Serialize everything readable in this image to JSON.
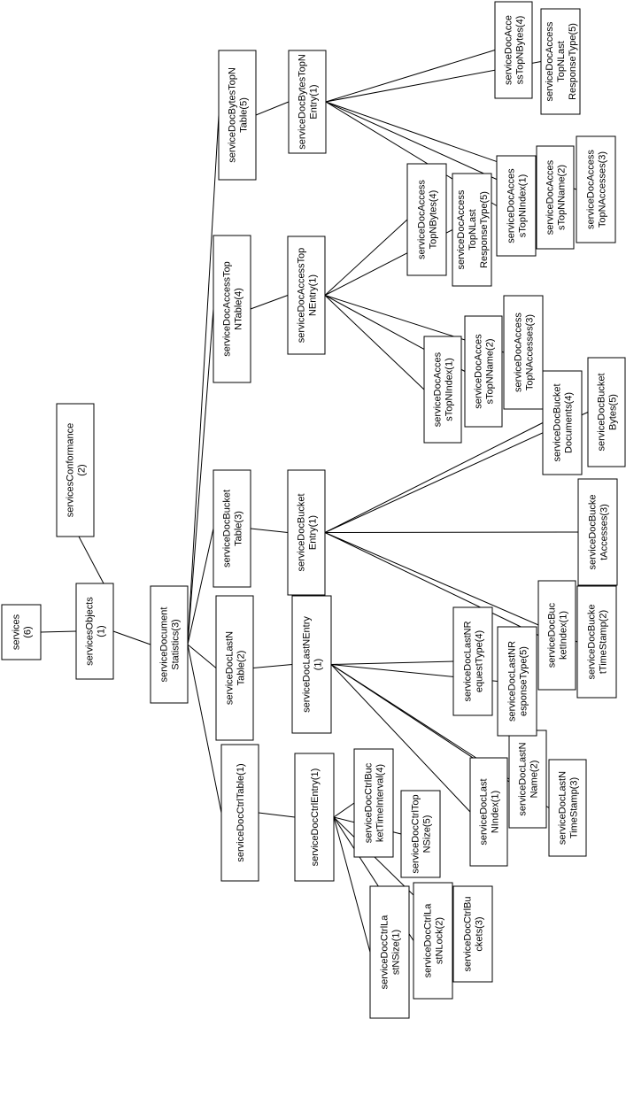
{
  "diagram": {
    "nodes": [
      {
        "id": "services",
        "lines": [
          "services",
          "(6)"
        ]
      },
      {
        "id": "services-objects",
        "lines": [
          "servicesObjects",
          "(1)"
        ]
      },
      {
        "id": "services-conformance",
        "lines": [
          "servicesConformance",
          "(2)"
        ]
      },
      {
        "id": "service-document-statistics",
        "lines": [
          "serviceDocument",
          "Statistics(3)"
        ]
      },
      {
        "id": "service-doc-ctrl-table",
        "lines": [
          "serviceDocCtrlTable(1)"
        ]
      },
      {
        "id": "service-doc-ctrl-entry",
        "lines": [
          "serviceDocCtrlEntry(1)"
        ]
      },
      {
        "id": "service-doc-ctrl-last-n-size",
        "lines": [
          "serviceDocCtrlLa",
          "stNSize(1)"
        ]
      },
      {
        "id": "service-doc-ctrl-last-n-lock",
        "lines": [
          "serviceDocCtrlLa",
          "stNLock(2)"
        ]
      },
      {
        "id": "service-doc-ctrl-buckets",
        "lines": [
          "serviceDocCtrlBu",
          "ckets(3)"
        ]
      },
      {
        "id": "service-doc-ctrl-bucket-time-interval",
        "lines": [
          "serviceDocCtrlBuc",
          "ketTimeInterval(4)"
        ]
      },
      {
        "id": "service-doc-ctrl-top-n-size",
        "lines": [
          "serviceDocCtrlTop",
          "NSize(5)"
        ]
      },
      {
        "id": "service-doc-last-n-table",
        "lines": [
          "serviceDocLastN",
          "Table(2)"
        ]
      },
      {
        "id": "service-doc-last-n-entry",
        "lines": [
          "serviceDocLastNEntry",
          "(1)"
        ]
      },
      {
        "id": "service-doc-last-n-index",
        "lines": [
          "serviceDocLast",
          "NIndex(1)"
        ]
      },
      {
        "id": "service-doc-last-n-name",
        "lines": [
          "serviceDocLastN",
          "Name(2)"
        ]
      },
      {
        "id": "service-doc-last-n-timestamp",
        "lines": [
          "serviceDocLastN",
          "TimeStamp(3)"
        ]
      },
      {
        "id": "service-doc-last-n-request-type",
        "lines": [
          "serviceDocLastNR",
          "equestType(4)"
        ]
      },
      {
        "id": "service-doc-last-n-response-type",
        "lines": [
          "serviceDocLastNR",
          "esponseType(5)"
        ]
      },
      {
        "id": "service-doc-bucket-table",
        "lines": [
          "serviceDocBucket",
          "Table(3)"
        ]
      },
      {
        "id": "service-doc-bucket-entry",
        "lines": [
          "serviceDocBucket",
          "Entry(1)"
        ]
      },
      {
        "id": "service-doc-bucket-index",
        "lines": [
          "serviceDocBuc",
          "ketIndex(1)"
        ]
      },
      {
        "id": "service-doc-bucket-timestamp",
        "lines": [
          "serviceDocBucke",
          "tTimeStamp(2)"
        ]
      },
      {
        "id": "service-doc-bucket-accesses",
        "lines": [
          "serviceDocBucke",
          "tAccesses(3)"
        ]
      },
      {
        "id": "service-doc-bucket-documents",
        "lines": [
          "serviceDocBucket",
          "Documents(4)"
        ]
      },
      {
        "id": "service-doc-bucket-bytes",
        "lines": [
          "serviceDocBucket",
          "Bytes(5)"
        ]
      },
      {
        "id": "service-doc-access-top-n-table",
        "lines": [
          "serviceDocAccessTop",
          "NTable(4)"
        ]
      },
      {
        "id": "service-doc-access-top-n-entry",
        "lines": [
          "serviceDocAccessTop",
          "NEntry(1)"
        ]
      },
      {
        "id": "service-doc-access-top-n-index",
        "lines": [
          "serviceDocAcces",
          "sTopNIndex(1)"
        ]
      },
      {
        "id": "service-doc-access-top-n-name",
        "lines": [
          "serviceDocAcces",
          "sTopNName(2)"
        ]
      },
      {
        "id": "service-doc-access-top-n-accesses",
        "lines": [
          "serviceDocAccess",
          "TopNAccesses(3)"
        ]
      },
      {
        "id": "service-doc-access-top-n-bytes",
        "lines": [
          "serviceDocAccess",
          "TopNBytes(4)"
        ]
      },
      {
        "id": "service-doc-access-top-n-last-response-type",
        "lines": [
          "serviceDocAccess",
          "TopNLast",
          "ResponseType(5)"
        ]
      },
      {
        "id": "service-doc-bytes-top-n-table",
        "lines": [
          "serviceDocBytesTopN",
          "Table(5)"
        ]
      },
      {
        "id": "service-doc-bytes-top-n-entry",
        "lines": [
          "serviceDocBytesTopN",
          "Entry(1)"
        ]
      },
      {
        "id": "service-doc-bytes-top-n-index",
        "lines": [
          "serviceDocAcces",
          "sTopNIndex(1)"
        ]
      },
      {
        "id": "service-doc-bytes-top-n-name",
        "lines": [
          "serviceDocAcces",
          "sTopNName(2)"
        ]
      },
      {
        "id": "service-doc-bytes-top-n-accesses",
        "lines": [
          "serviceDocAccess",
          "TopNAccesses(3)"
        ]
      },
      {
        "id": "service-doc-bytes-top-n-bytes",
        "lines": [
          "serviceDocAcce",
          "ssTopNBytes(4)"
        ]
      },
      {
        "id": "service-doc-bytes-top-n-last-response-type",
        "lines": [
          "serviceDocAccess",
          "TopNLast",
          "ResponseType(5)"
        ]
      }
    ],
    "edges": [
      [
        "services",
        "services-objects"
      ],
      [
        "services-objects",
        "services-conformance"
      ],
      [
        "services-objects",
        "service-document-statistics"
      ],
      [
        "service-document-statistics",
        "service-doc-ctrl-table"
      ],
      [
        "service-document-statistics",
        "service-doc-last-n-table"
      ],
      [
        "service-document-statistics",
        "service-doc-bucket-table"
      ],
      [
        "service-document-statistics",
        "service-doc-access-top-n-table"
      ],
      [
        "service-document-statistics",
        "service-doc-bytes-top-n-table"
      ],
      [
        "service-doc-ctrl-table",
        "service-doc-ctrl-entry"
      ],
      [
        "service-doc-ctrl-entry",
        "service-doc-ctrl-last-n-size"
      ],
      [
        "service-doc-ctrl-entry",
        "service-doc-ctrl-last-n-lock"
      ],
      [
        "service-doc-ctrl-entry",
        "service-doc-ctrl-buckets"
      ],
      [
        "service-doc-ctrl-entry",
        "service-doc-ctrl-bucket-time-interval"
      ],
      [
        "service-doc-ctrl-entry",
        "service-doc-ctrl-top-n-size"
      ],
      [
        "service-doc-last-n-table",
        "service-doc-last-n-entry"
      ],
      [
        "service-doc-last-n-entry",
        "service-doc-last-n-index"
      ],
      [
        "service-doc-last-n-entry",
        "service-doc-last-n-name"
      ],
      [
        "service-doc-last-n-entry",
        "service-doc-last-n-timestamp"
      ],
      [
        "service-doc-last-n-entry",
        "service-doc-last-n-request-type"
      ],
      [
        "service-doc-last-n-entry",
        "service-doc-last-n-response-type"
      ],
      [
        "service-doc-bucket-table",
        "service-doc-bucket-entry"
      ],
      [
        "service-doc-bucket-entry",
        "service-doc-bucket-index"
      ],
      [
        "service-doc-bucket-entry",
        "service-doc-bucket-timestamp"
      ],
      [
        "service-doc-bucket-entry",
        "service-doc-bucket-accesses"
      ],
      [
        "service-doc-bucket-entry",
        "service-doc-bucket-documents"
      ],
      [
        "service-doc-bucket-entry",
        "service-doc-bucket-bytes"
      ],
      [
        "service-doc-access-top-n-table",
        "service-doc-access-top-n-entry"
      ],
      [
        "service-doc-access-top-n-entry",
        "service-doc-access-top-n-index"
      ],
      [
        "service-doc-access-top-n-entry",
        "service-doc-access-top-n-name"
      ],
      [
        "service-doc-access-top-n-entry",
        "service-doc-access-top-n-accesses"
      ],
      [
        "service-doc-access-top-n-entry",
        "service-doc-access-top-n-bytes"
      ],
      [
        "service-doc-access-top-n-entry",
        "service-doc-access-top-n-last-response-type"
      ],
      [
        "service-doc-bytes-top-n-table",
        "service-doc-bytes-top-n-entry"
      ],
      [
        "service-doc-bytes-top-n-entry",
        "service-doc-bytes-top-n-index"
      ],
      [
        "service-doc-bytes-top-n-entry",
        "service-doc-bytes-top-n-name"
      ],
      [
        "service-doc-bytes-top-n-entry",
        "service-doc-bytes-top-n-accesses"
      ],
      [
        "service-doc-bytes-top-n-entry",
        "service-doc-bytes-top-n-bytes"
      ],
      [
        "service-doc-bytes-top-n-entry",
        "service-doc-bytes-top-n-last-response-type"
      ]
    ]
  }
}
